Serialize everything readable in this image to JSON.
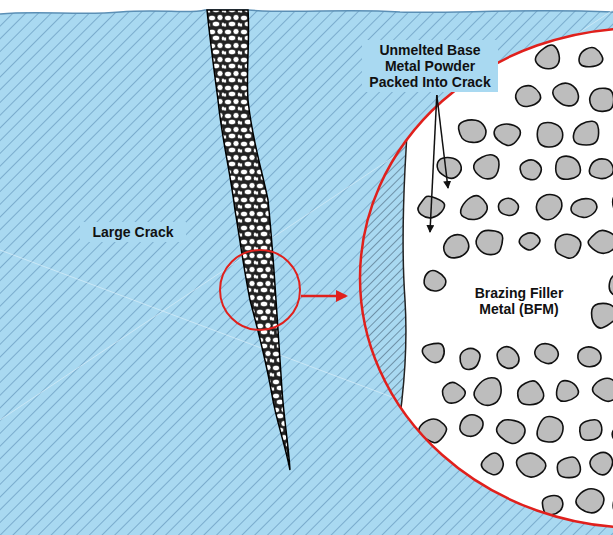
{
  "diagram": {
    "labels": [
      "Large Crack",
      "Unmelted Base Metal Powder Packed Into Crack",
      "Brazing Filler Metal (BFM)"
    ]
  }
}
